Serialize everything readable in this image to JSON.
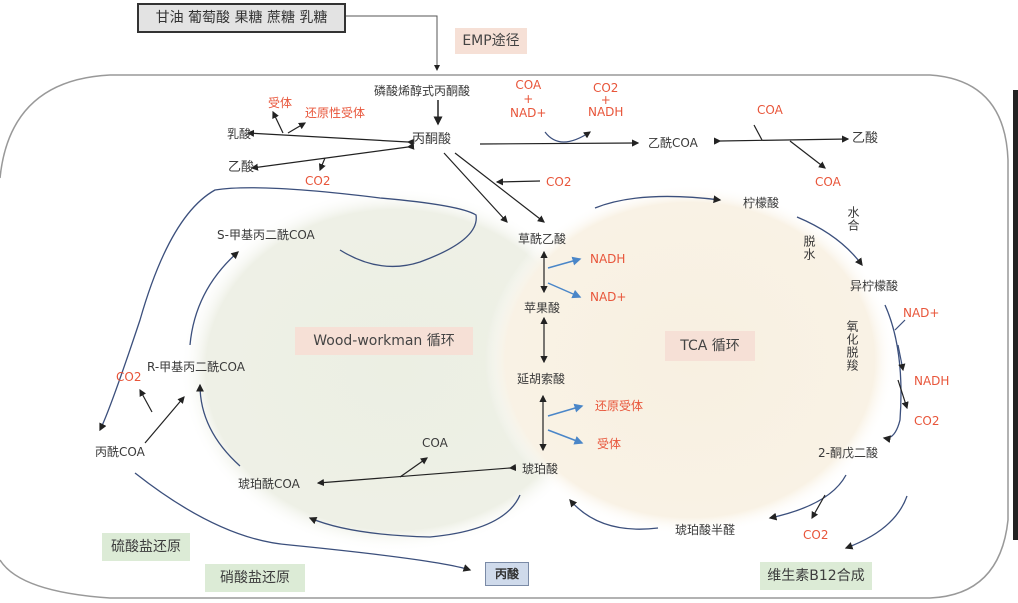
{
  "title_box": "甘油 葡萄酸 果糖 蔗糖 乳糖",
  "pathway_labels": {
    "emp": "EMP途径",
    "wood_workman": "Wood-workman 循环",
    "tca": "TCA 循环"
  },
  "outputs": {
    "sulfate_reduction": "硫酸盐还原",
    "nitrate_reduction": "硝酸盐还原",
    "propionic_acid": "丙酸",
    "vitamin_b12": "维生素B12合成"
  },
  "metabolites": {
    "pep": "磷酸烯醇式丙酮酸",
    "pyruvate": "丙酮酸",
    "lactate": "乳酸",
    "acetate_left": "乙酸",
    "acetyl_coa": "乙酰COA",
    "acetate_right": "乙酸",
    "oxaloacetate": "草酰乙酸",
    "malate": "苹果酸",
    "fumarate": "延胡索酸",
    "succinate": "琥珀酸",
    "succinyl_coa": "琥珀酰COA",
    "s_methylmalonyl_coa": "S-甲基丙二酰COA",
    "r_methylmalonyl_coa": "R-甲基丙二酰COA",
    "propionyl_coa": "丙酰COA",
    "citrate": "柠檬酸",
    "isocitrate": "异柠檬酸",
    "alpha_ketoglutarate": "2-酮戊二酸",
    "succinic_semialdehyde": "琥珀酸半醛"
  },
  "cofactors": {
    "acceptor": "受体",
    "reduced_acceptor": "还原性受体",
    "co2_acetate": "CO2",
    "coa_nad": [
      "COA",
      "+",
      "NAD+"
    ],
    "co2_nadh": [
      "CO2",
      "+",
      "NADH"
    ],
    "coa_top": "COA",
    "coa_bottom": "COA",
    "co2_carboxylation": "CO2",
    "nadh": "NADH",
    "nad_plus": "NAD+",
    "reduced_acceptor_2": "还原受体",
    "acceptor_2": "受体",
    "coa_succinyl": "COA",
    "co2_propionyl": "CO2",
    "nad_plus_tca": "NAD+",
    "nadh_tca": "NADH",
    "co2_tca": "CO2",
    "co2_semialdehyde": "CO2"
  },
  "reaction_notes": {
    "dehydration": "脱水",
    "hydration": "水合",
    "oxidative_decarboxylation": "氧化脱羧"
  },
  "colors": {
    "cofactor_red": "#e8553a",
    "cycle_arrow_blue": "#3b4f7c",
    "side_arrow_blue": "#4a86c8",
    "wood_workman_fill": "#eef0e6",
    "tca_fill": "#f8f1e3",
    "pink_label": "#f6e0d6",
    "green_label": "#dcebd6",
    "blue_label": "#cfdaeb"
  }
}
